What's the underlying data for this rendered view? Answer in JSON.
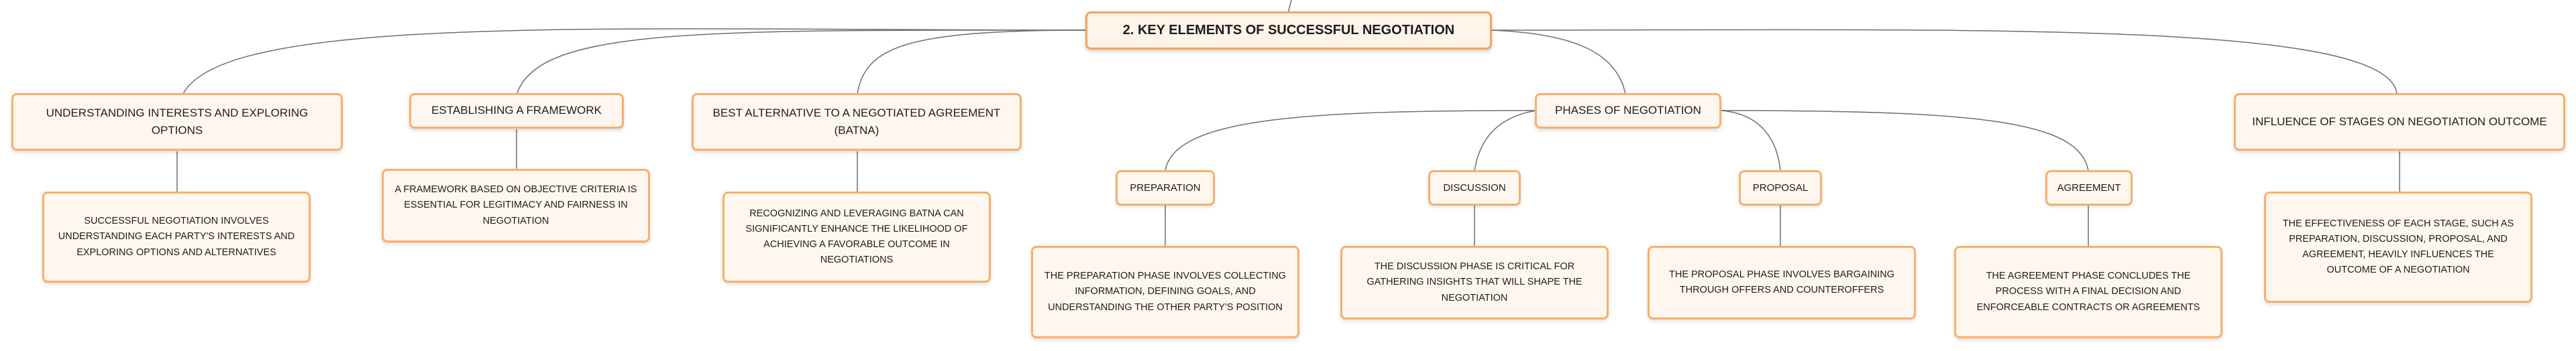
{
  "root": {
    "title": "2. KEY ELEMENTS OF SUCCESSFUL NEGOTIATION"
  },
  "topics": [
    {
      "label": "UNDERSTANDING INTERESTS AND EXPLORING OPTIONS",
      "detail": "SUCCESSFUL NEGOTIATION INVOLVES UNDERSTANDING EACH PARTY'S INTERESTS AND EXPLORING OPTIONS AND ALTERNATIVES"
    },
    {
      "label": "ESTABLISHING A FRAMEWORK",
      "detail": "A FRAMEWORK BASED ON OBJECTIVE CRITERIA IS ESSENTIAL FOR LEGITIMACY AND FAIRNESS IN NEGOTIATION"
    },
    {
      "label": "BEST ALTERNATIVE TO A NEGOTIATED AGREEMENT (BATNA)",
      "detail": "RECOGNIZING AND LEVERAGING BATNA CAN SIGNIFICANTLY ENHANCE THE LIKELIHOOD OF ACHIEVING A FAVORABLE OUTCOME IN NEGOTIATIONS"
    },
    {
      "label": "PHASES OF NEGOTIATION",
      "phases": [
        {
          "label": "PREPARATION",
          "detail": "THE PREPARATION PHASE INVOLVES COLLECTING INFORMATION, DEFINING GOALS, AND UNDERSTANDING THE OTHER PARTY'S POSITION"
        },
        {
          "label": "DISCUSSION",
          "detail": "THE DISCUSSION PHASE IS CRITICAL FOR GATHERING INSIGHTS THAT WILL SHAPE THE NEGOTIATION"
        },
        {
          "label": "PROPOSAL",
          "detail": "THE PROPOSAL PHASE INVOLVES BARGAINING THROUGH OFFERS AND COUNTEROFFERS"
        },
        {
          "label": "AGREEMENT",
          "detail": "THE AGREEMENT PHASE CONCLUDES THE PROCESS WITH A FINAL DECISION AND ENFORCEABLE CONTRACTS OR AGREEMENTS"
        }
      ]
    },
    {
      "label": "INFLUENCE OF STAGES ON NEGOTIATION OUTCOME",
      "detail": "THE EFFECTIVENESS OF EACH STAGE, SUCH AS PREPARATION, DISCUSSION, PROPOSAL, AND AGREEMENT, HEAVILY INFLUENCES THE OUTCOME OF A NEGOTIATION"
    }
  ],
  "colors": {
    "node_border": "#f7b06a",
    "node_fill": "#fff7ef",
    "root_fill": "#fff4e8",
    "connector": "#6e6e6e"
  }
}
